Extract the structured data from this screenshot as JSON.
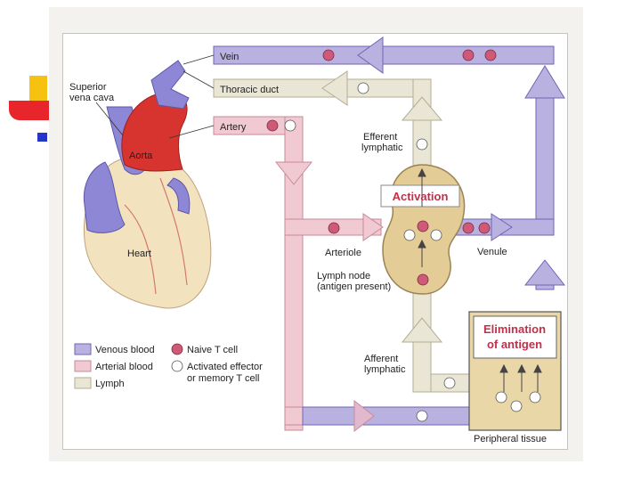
{
  "labels": {
    "vein": "Vein",
    "thoracic_duct": "Thoracic duct",
    "artery": "Artery",
    "superior_vena_cava": [
      "Superior",
      "vena cava"
    ],
    "aorta": "Aorta",
    "heart": "Heart",
    "efferent_lymphatic": [
      "Efferent",
      "lymphatic"
    ],
    "activation": "Activation",
    "arteriole": "Arteriole",
    "venule": "Venule",
    "lymph_node": [
      "Lymph node",
      "(antigen present)"
    ],
    "elimination": [
      "Elimination",
      "of antigen"
    ],
    "afferent_lymphatic": [
      "Afferent",
      "lymphatic"
    ],
    "peripheral_tissue": "Peripheral tissue"
  },
  "legend": {
    "venous_blood": "Venous blood",
    "arterial_blood": "Arterial blood",
    "lymph": "Lymph",
    "naive_t_cell": "Naive T cell",
    "activated_effector": [
      "Activated effector",
      "or memory T cell"
    ]
  },
  "colors": {
    "venous": "#b9b1df",
    "venous_edge": "#6f66b4",
    "arterial": "#f1c9d2",
    "arterial_edge": "#c88a98",
    "lymph": "#e9e6d6",
    "lymph_edge": "#b3ad92",
    "node": "#e3cc96",
    "tissue": "#e9d7a8",
    "naive_cell": "#cf5a78",
    "active_cell": "#ffffff",
    "slide_accent_yellow": "#f6c20f",
    "slide_accent_red": "#e8252b",
    "slide_accent_blue": "#2636c8"
  }
}
